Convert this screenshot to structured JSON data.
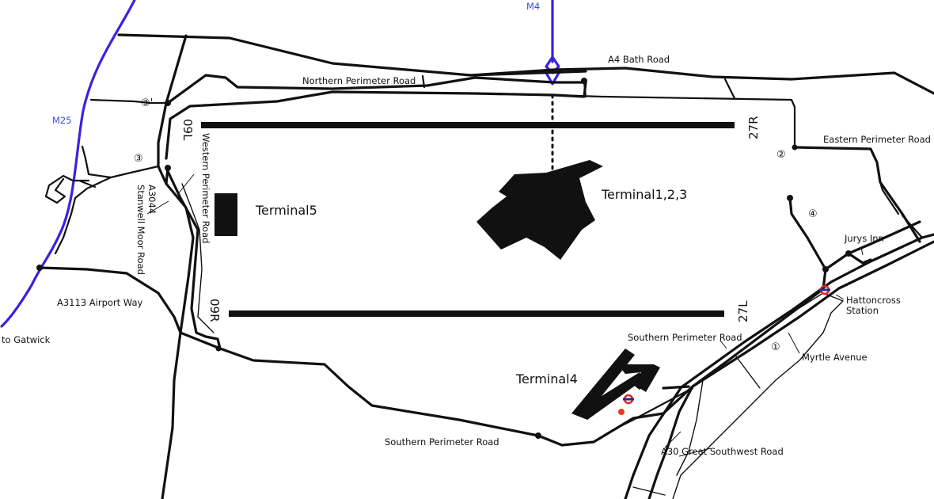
{
  "map": {
    "motorways": {
      "m4": "M4",
      "m25": "M25"
    },
    "roads": {
      "a4_bath_road": "A4 Bath Road",
      "northern_perimeter": "Northern Perimeter Road",
      "eastern_perimeter": "Eastern Perimeter Road",
      "western_perimeter": "Western Perimeter Road",
      "a3044_line1": "A3044",
      "a3044_line2": "Stanwell Moor Road",
      "a3113": "A3113 Airport Way",
      "to_gatwick": "to Gatwick",
      "southern_perimeter_upper": "Southern Perimeter Road",
      "southern_perimeter_lower": "Southern Perimeter Road",
      "myrtle_avenue": "Myrtle Avenue",
      "a30": "A30 Great Southwest Road"
    },
    "places": {
      "terminal5": "Terminal5",
      "terminal123": "Terminal1,2,3",
      "terminal4": "Terminal4",
      "jurys_inn": "Jurys Inn",
      "hattoncross_line1": "Hattoncross",
      "hattoncross_line2": "Station"
    },
    "runways": {
      "north_west": "09L",
      "north_east": "27R",
      "south_west": "09R",
      "south_east": "27L"
    },
    "markers": {
      "m1": "①",
      "m2": "②",
      "m3": "③",
      "m3b": "③'",
      "m4": "④"
    },
    "colors": {
      "motorway": "#3a22e0",
      "underground_ring": "#e0241b",
      "underground_bar": "#2a2a9a",
      "bus_dot": "#e83a1a"
    }
  }
}
